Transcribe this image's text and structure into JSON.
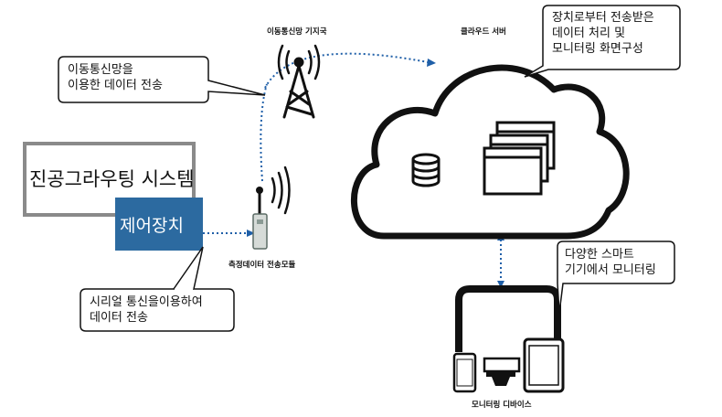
{
  "nodes": {
    "base_station": "이동통신망 기지국",
    "cloud_server": "클라우드 서버",
    "system": "진공그라우팅 시스템",
    "control": "제어장치",
    "module": "측정데이터 전송모듈",
    "devices": "모니터링 디바이스"
  },
  "callouts": {
    "mobile_network": "이동통신망을\n이용한 데이터 전송",
    "serial": "시리얼 통신을이용하여\n데이터 전송",
    "cloud_processing": "장치로부터 전송받은\n데이터 처리 및\n모니터링 화면구성",
    "smart_devices": "다양한 스마트\n기기에서 모니터링"
  },
  "icons": [
    "tower-icon",
    "cloud-icon",
    "database-icon",
    "windows-icon",
    "sensor-module-icon",
    "monitor-icon",
    "tablet-icon",
    "phone-icon"
  ],
  "colors": {
    "control_fill": "#2c6aa0",
    "link": "#1f5fa8",
    "outline": "#111111",
    "system_border": "#8a8a8a"
  }
}
